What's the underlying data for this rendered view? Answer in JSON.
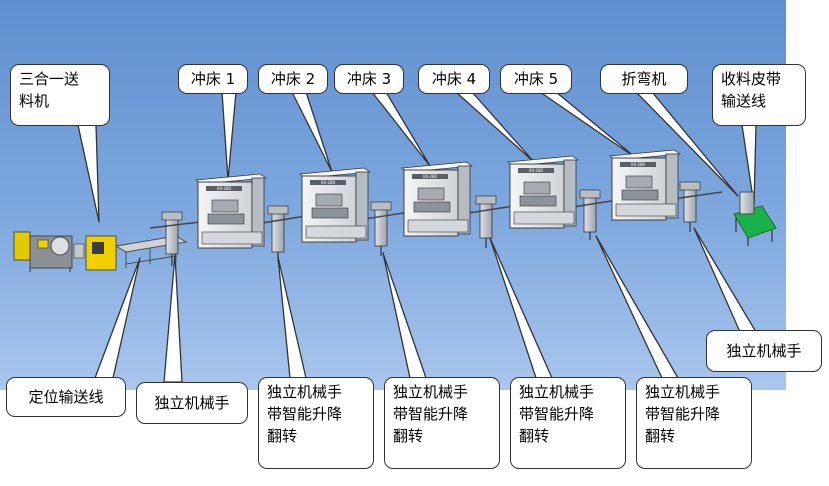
{
  "labels": {
    "feeder": "三合一送\n料机",
    "press1": "冲床 1",
    "press2": "冲床 2",
    "press3": "冲床 3",
    "press4": "冲床 4",
    "press5": "冲床 5",
    "bender": "折弯机",
    "belt_conveyor": "收料皮带\n输送线",
    "positioning_conveyor": "定位输送线",
    "robot_first": "独立机械手",
    "robot_smart_1": "独立机械手\n带智能升降\n翻转",
    "robot_smart_2": "独立机械手\n带智能升降\n翻转",
    "robot_smart_3": "独立机械手\n带智能升降\n翻转",
    "robot_smart_4": "独立机械手\n带智能升降\n翻转",
    "robot_last": "独立机械手"
  },
  "press_plate_text": "00-280",
  "colors": {
    "background_top": "#5f8fd0",
    "background_bottom": "#a9c6ee",
    "feeder_yellow": "#f0d000",
    "press_body": "#e4e6ea",
    "robot_body": "#c8ccd2",
    "belt_green": "#19b24a"
  }
}
